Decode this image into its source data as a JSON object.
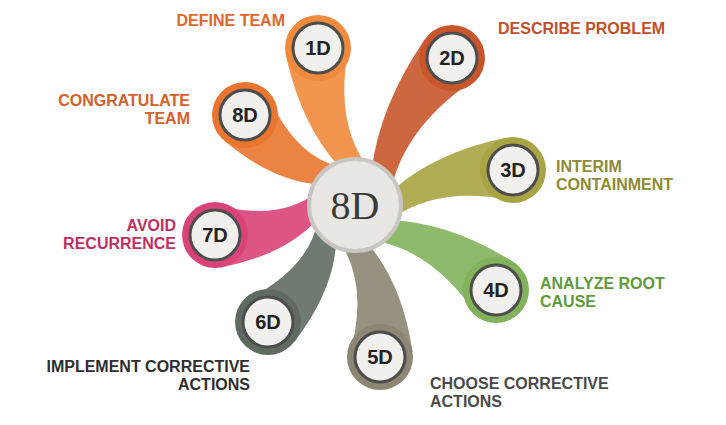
{
  "diagram": {
    "nodes": [
      {
        "text": [
          "8D"
        ]
      },
      {
        "text": [
          "1D",
          "DEFINE TEAM"
        ]
      },
      {
        "text": [
          "2D",
          "DESCRIBE PROBLEM"
        ]
      },
      {
        "text": [
          "3D",
          "INTERIM CONTAINMENT"
        ]
      },
      {
        "text": [
          "4D",
          "ANALYZE ROOT CAUSE"
        ]
      },
      {
        "text": [
          "5D",
          "CHOOSE CORRECTIVE ACTIONS"
        ]
      },
      {
        "text": [
          "6D",
          "IMPLEMENT CORRECTIVE ACTIONS"
        ]
      },
      {
        "text": [
          "7D",
          "AVOID RECURRENCE"
        ]
      },
      {
        "text": [
          "8D",
          "CONGRATULATE TEAM"
        ]
      }
    ]
  }
}
